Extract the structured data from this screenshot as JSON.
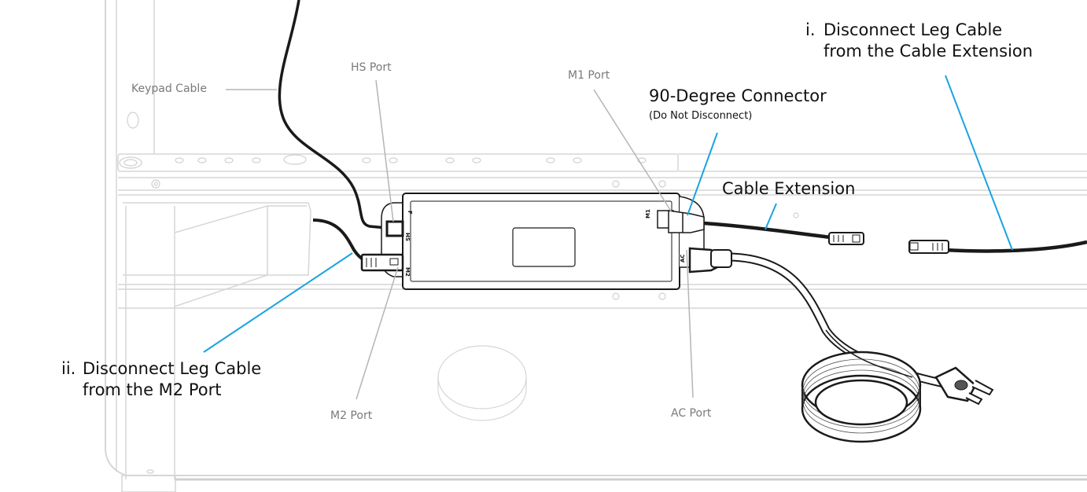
{
  "colors": {
    "callout_line": "#1aa3e0",
    "frame_line": "#d4d4d4",
    "leader_line": "#b5b5b5",
    "cable": "#1a1a1a",
    "gray_label": "#7a7a7a",
    "text": "#111111"
  },
  "labels": {
    "keypad_cable": "Keypad Cable",
    "hs_port": "HS Port",
    "m1_port": "M1 Port",
    "m2_port": "M2 Port",
    "ac_port": "AC Port",
    "connector_title": "90-Degree Connector",
    "connector_note": "(Do Not Disconnect)",
    "cable_extension": "Cable Extension"
  },
  "port_markings": {
    "hs": "HS",
    "f": "F",
    "m2": "M2",
    "m1": "M1",
    "ac": "AC"
  },
  "steps": [
    {
      "number": "i.",
      "line1": "Disconnect Leg Cable",
      "line2": "from the Cable Extension"
    },
    {
      "number": "ii.",
      "line1": "Disconnect Leg Cable",
      "line2": "from the M2 Port"
    }
  ]
}
